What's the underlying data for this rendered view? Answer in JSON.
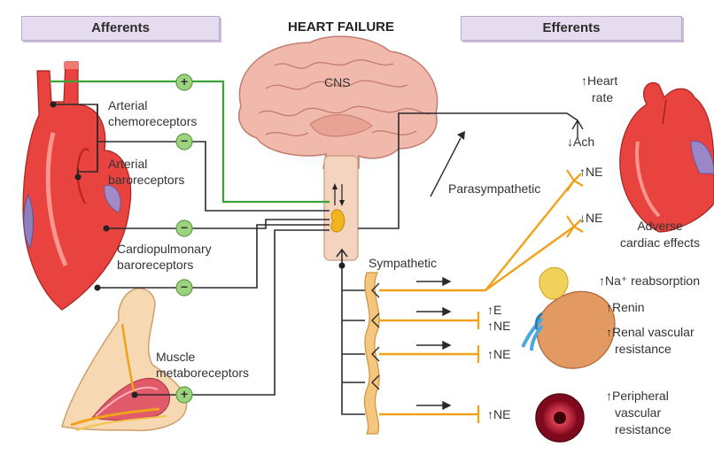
{
  "headers": {
    "afferents": "Afferents",
    "title": "HEART FAILURE",
    "efferents": "Efferents"
  },
  "brain": {
    "label": "CNS"
  },
  "afferents": {
    "chemoreceptors": [
      "Arterial",
      "chemoreceptors"
    ],
    "baroreceptors": [
      "Arterial",
      "baroreceptors"
    ],
    "cardiopulmonary": [
      "Cardiopulmonary",
      "baroreceptors"
    ],
    "metaboreceptors": [
      "Muscle",
      "metaboreceptors"
    ]
  },
  "signs": {
    "plus": "+",
    "minus": "−"
  },
  "pathways": {
    "parasympathetic": "Parasympathetic",
    "sympathetic": "Sympathetic"
  },
  "neurotransmitters": {
    "ach": "↓Ach",
    "ne_up": "↑NE",
    "ne_down": "↓NE",
    "e_up": "↑E",
    "ne_up_2": "↑NE",
    "ne_up_3": "↑NE",
    "ne_up_4": "↑NE"
  },
  "effects": {
    "heart_rate": [
      "↑Heart",
      "rate"
    ],
    "adverse": [
      "Adverse",
      "cardiac effects"
    ],
    "na_reabsorption": "↑Na⁺ reabsorption",
    "renin": "↑Renin",
    "renal_resistance": [
      "↑Renal vascular",
      "resistance"
    ],
    "peripheral_resistance": [
      "↑Peripheral",
      "vascular",
      "resistance"
    ]
  },
  "colors": {
    "green_path": "#3aa335",
    "sympathetic": "#f0a21a",
    "nerve": "#2b2b2b",
    "heart": "#e8433f",
    "brain": "#f2c2b7",
    "kidney": "#e39a62",
    "vessel": "#b3122a",
    "header_bg": "#e6dcef"
  }
}
